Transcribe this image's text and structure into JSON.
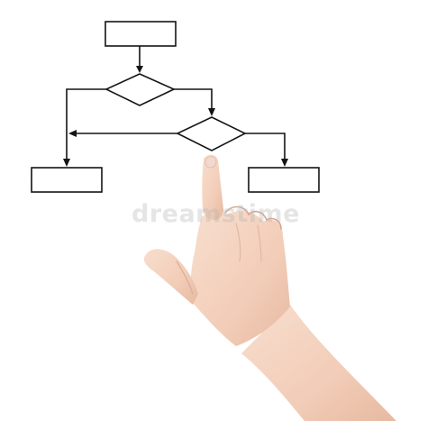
{
  "watermark": {
    "text": "dreamstime"
  },
  "colors": {
    "background": "#ffffff",
    "line": "#141414",
    "skin_light": "#f5d7c5",
    "skin_shadow": "#dcae96",
    "nail": "#f3d8cf"
  },
  "flowchart": {
    "nodes": [
      {
        "id": "start",
        "shape": "rectangle",
        "label": ""
      },
      {
        "id": "decision-1",
        "shape": "diamond",
        "label": ""
      },
      {
        "id": "decision-2",
        "shape": "diamond",
        "label": ""
      },
      {
        "id": "left-result",
        "shape": "rectangle",
        "label": ""
      },
      {
        "id": "right-result",
        "shape": "rectangle",
        "label": ""
      }
    ],
    "edges": [
      {
        "from": "start",
        "to": "decision-1"
      },
      {
        "from": "decision-1",
        "to": "left-result"
      },
      {
        "from": "decision-1",
        "to": "decision-2"
      },
      {
        "from": "decision-2",
        "to": "left-result"
      },
      {
        "from": "decision-2",
        "to": "right-result"
      }
    ]
  },
  "hand": {
    "icon": "pointing-hand-icon",
    "pointing_at": "decision-2"
  }
}
